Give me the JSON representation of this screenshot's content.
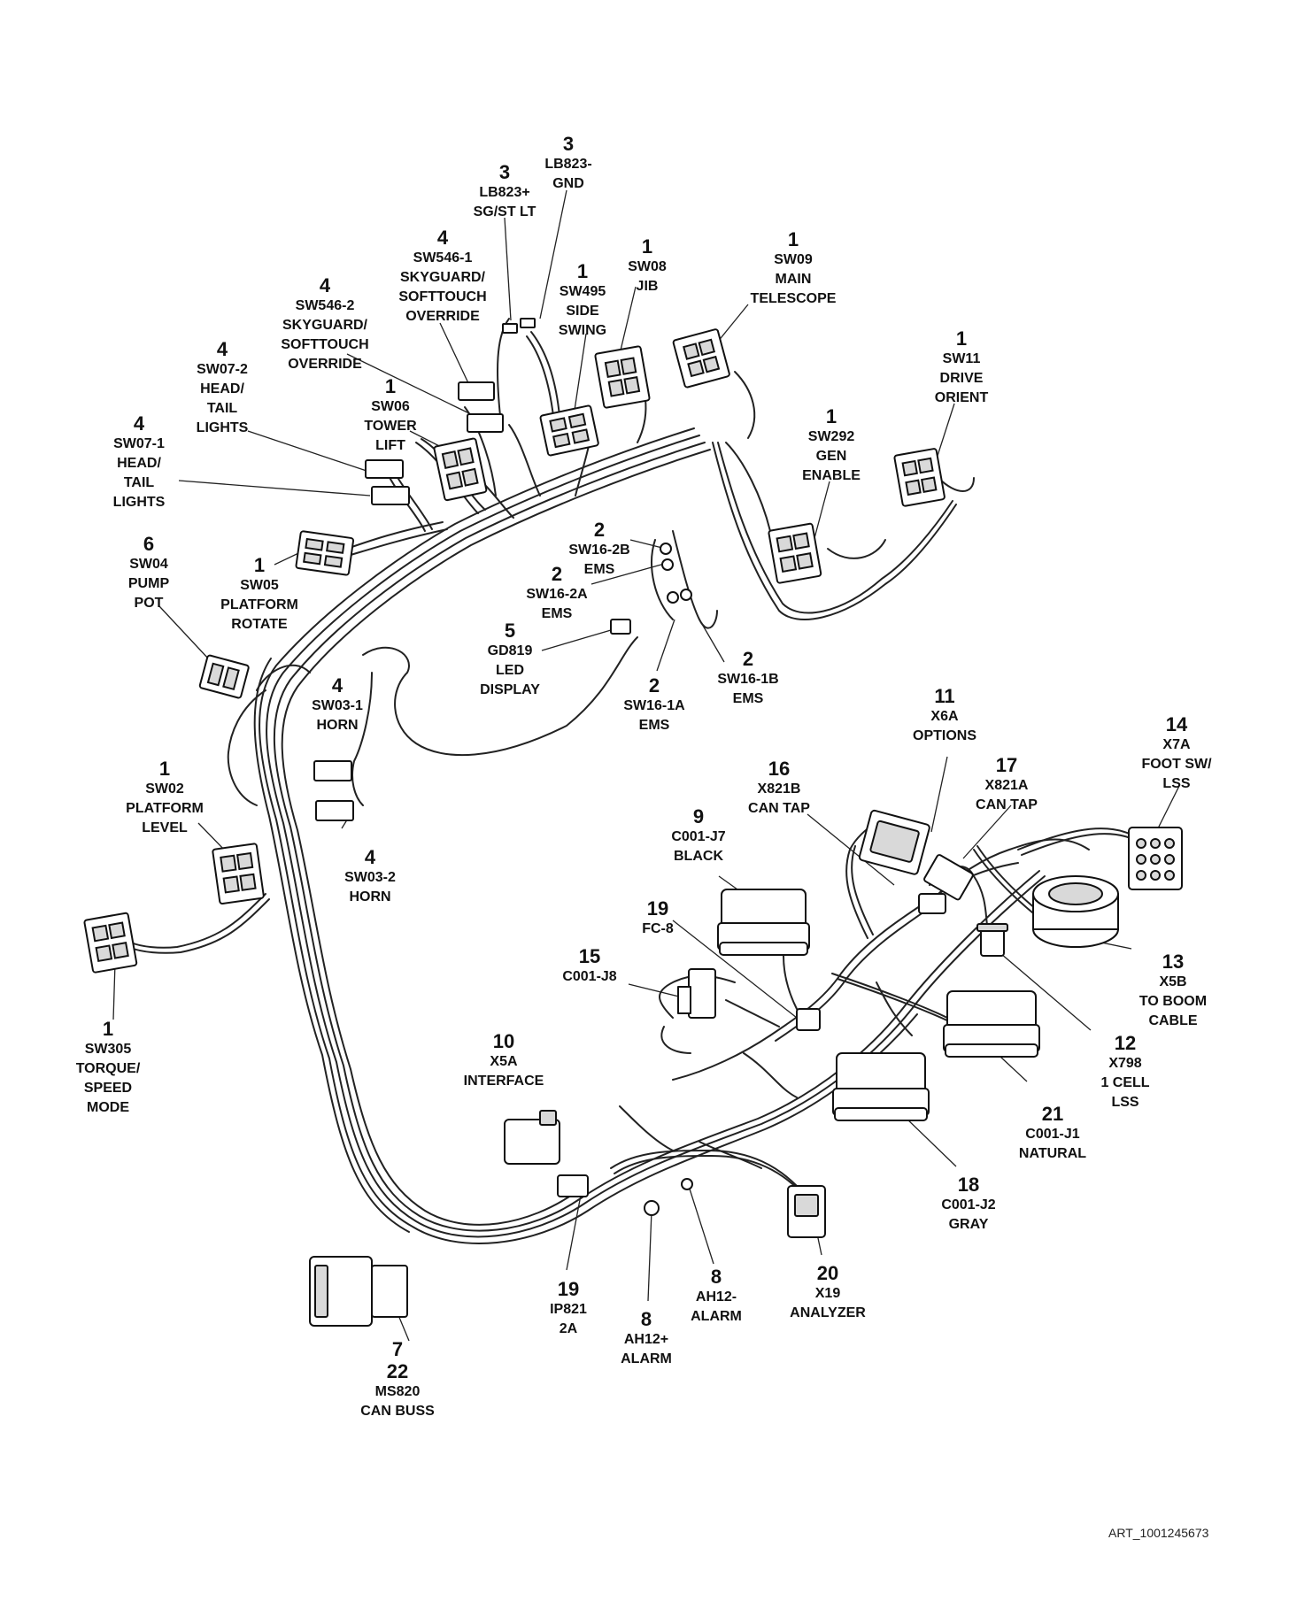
{
  "labels": [
    {
      "id": "sw546-2",
      "num": "4",
      "lines": [
        "SW546-2",
        "SKYGUARD/",
        "SOFTTOUCH",
        "OVERRIDE"
      ]
    },
    {
      "id": "sw546-1",
      "num": "4",
      "lines": [
        "SW546-1",
        "SKYGUARD/",
        "SOFTTOUCH",
        "OVERRIDE"
      ]
    },
    {
      "id": "lb823-plus",
      "num": "3",
      "lines": [
        "LB823+",
        "SG/ST LT"
      ]
    },
    {
      "id": "lb823-minus",
      "num": "3",
      "lines": [
        "LB823-",
        "GND"
      ]
    },
    {
      "id": "sw495",
      "num": "1",
      "lines": [
        "SW495",
        "SIDE",
        "SWING"
      ]
    },
    {
      "id": "sw08",
      "num": "1",
      "lines": [
        "SW08",
        "JIB"
      ]
    },
    {
      "id": "sw09",
      "num": "1",
      "lines": [
        "SW09",
        "MAIN",
        "TELESCOPE"
      ]
    },
    {
      "id": "sw11",
      "num": "1",
      "lines": [
        "SW11",
        "DRIVE",
        "ORIENT"
      ]
    },
    {
      "id": "sw07-2",
      "num": "4",
      "lines": [
        "SW07-2",
        "HEAD/",
        "TAIL",
        "LIGHTS"
      ]
    },
    {
      "id": "sw06",
      "num": "1",
      "lines": [
        "SW06",
        "TOWER",
        "LIFT"
      ]
    },
    {
      "id": "sw292",
      "num": "1",
      "lines": [
        "SW292",
        "GEN",
        "ENABLE"
      ]
    },
    {
      "id": "sw07-1",
      "num": "4",
      "lines": [
        "SW07-1",
        "HEAD/",
        "TAIL",
        "LIGHTS"
      ]
    },
    {
      "id": "sw16-2b",
      "num": "2",
      "lines": [
        "SW16-2B",
        "EMS"
      ]
    },
    {
      "id": "sw04",
      "num": "6",
      "lines": [
        "SW04",
        "PUMP",
        "POT"
      ]
    },
    {
      "id": "sw05",
      "num": "1",
      "lines": [
        "SW05",
        "PLATFORM",
        "ROTATE"
      ]
    },
    {
      "id": "sw16-2a",
      "num": "2",
      "lines": [
        "SW16-2A",
        "EMS"
      ]
    },
    {
      "id": "gd819",
      "num": "5",
      "lines": [
        "GD819",
        "LED",
        "DISPLAY"
      ]
    },
    {
      "id": "sw16-1b",
      "num": "2",
      "lines": [
        "SW16-1B",
        "EMS"
      ]
    },
    {
      "id": "sw16-1a",
      "num": "2",
      "lines": [
        "SW16-1A",
        "EMS"
      ]
    },
    {
      "id": "sw03-1",
      "num": "4",
      "lines": [
        "SW03-1",
        "HORN"
      ]
    },
    {
      "id": "x6a",
      "num": "11",
      "lines": [
        "X6A",
        "OPTIONS"
      ]
    },
    {
      "id": "x7a",
      "num": "14",
      "lines": [
        "X7A",
        "FOOT SW/",
        "LSS"
      ]
    },
    {
      "id": "sw02",
      "num": "1",
      "lines": [
        "SW02",
        "PLATFORM",
        "LEVEL"
      ]
    },
    {
      "id": "x821b",
      "num": "16",
      "lines": [
        "X821B",
        "CAN TAP"
      ]
    },
    {
      "id": "x821a",
      "num": "17",
      "lines": [
        "X821A",
        "CAN TAP"
      ]
    },
    {
      "id": "c001-j7",
      "num": "9",
      "lines": [
        "C001-J7",
        "BLACK"
      ]
    },
    {
      "id": "sw03-2",
      "num": "4",
      "lines": [
        "SW03-2",
        "HORN"
      ]
    },
    {
      "id": "fc-8",
      "num": "19",
      "lines": [
        "FC-8"
      ]
    },
    {
      "id": "c001-j8",
      "num": "15",
      "lines": [
        "C001-J8"
      ]
    },
    {
      "id": "x5b",
      "num": "13",
      "lines": [
        "X5B",
        "TO BOOM",
        "CABLE"
      ]
    },
    {
      "id": "sw305",
      "num": "1",
      "lines": [
        "SW305",
        "TORQUE/",
        "SPEED",
        "MODE"
      ]
    },
    {
      "id": "x5a",
      "num": "10",
      "lines": [
        "X5A",
        "INTERFACE"
      ]
    },
    {
      "id": "x798",
      "num": "12",
      "lines": [
        "X798",
        "1 CELL",
        "LSS"
      ]
    },
    {
      "id": "c001-j1",
      "num": "21",
      "lines": [
        "C001-J1",
        "NATURAL"
      ]
    },
    {
      "id": "c001-j2",
      "num": "18",
      "lines": [
        "C001-J2",
        "GRAY"
      ]
    },
    {
      "id": "x19",
      "num": "20",
      "lines": [
        "X19",
        "ANALYZER"
      ]
    },
    {
      "id": "ah12-minus",
      "num": "8",
      "lines": [
        "AH12-",
        "ALARM"
      ]
    },
    {
      "id": "ip821",
      "num": "19",
      "lines": [
        "IP821",
        "2A"
      ]
    },
    {
      "id": "ah12-plus",
      "num": "8",
      "lines": [
        "AH12+",
        "ALARM"
      ]
    },
    {
      "id": "ms820",
      "num": "7",
      "num2": "22",
      "lines": [
        "MS820",
        "CAN BUSS"
      ]
    }
  ],
  "art_id": "ART_1001245673"
}
